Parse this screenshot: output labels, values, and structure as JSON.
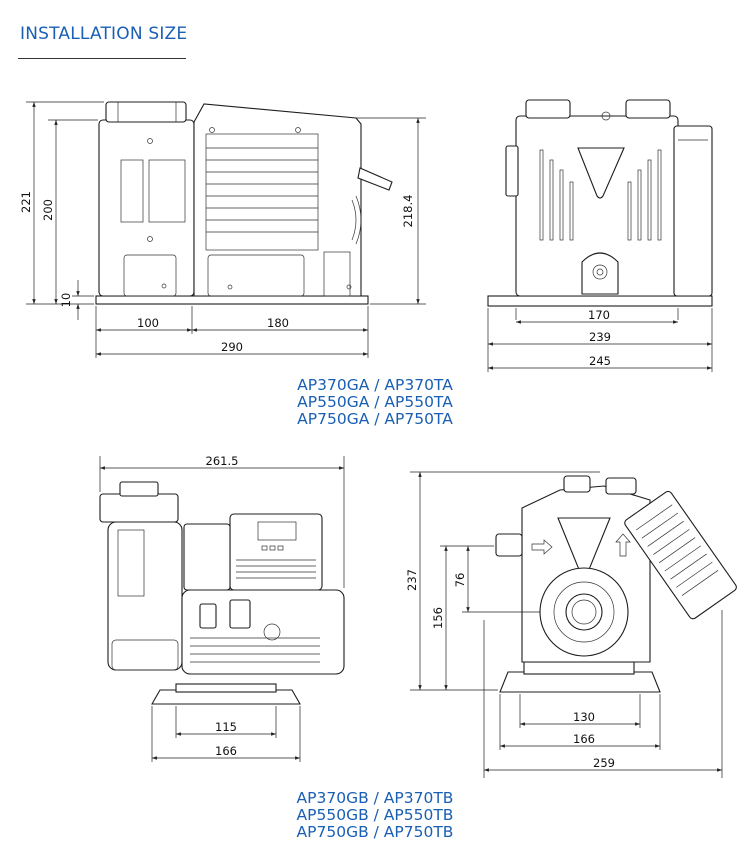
{
  "title": "INSTALLATION SIZE",
  "colors": {
    "accent": "#1a5fb4",
    "line": "#1d1d1d"
  },
  "dims": {
    "d221": "221",
    "d200": "200",
    "d10": "10",
    "d218_4": "218.4",
    "d100": "100",
    "d180": "180",
    "d290": "290",
    "d170": "170",
    "d239": "239",
    "d245": "245",
    "d261_5": "261.5",
    "d115": "115",
    "d166a": "166",
    "d237": "237",
    "d76": "76",
    "d156": "156",
    "d130": "130",
    "d166b": "166",
    "d259": "259"
  },
  "models_a": [
    "AP370GA / AP370TA",
    "AP550GA / AP550TA",
    "AP750GA / AP750TA"
  ],
  "models_b": [
    "AP370GB / AP370TB",
    "AP550GB / AP550TB",
    "AP750GB / AP750TB"
  ]
}
